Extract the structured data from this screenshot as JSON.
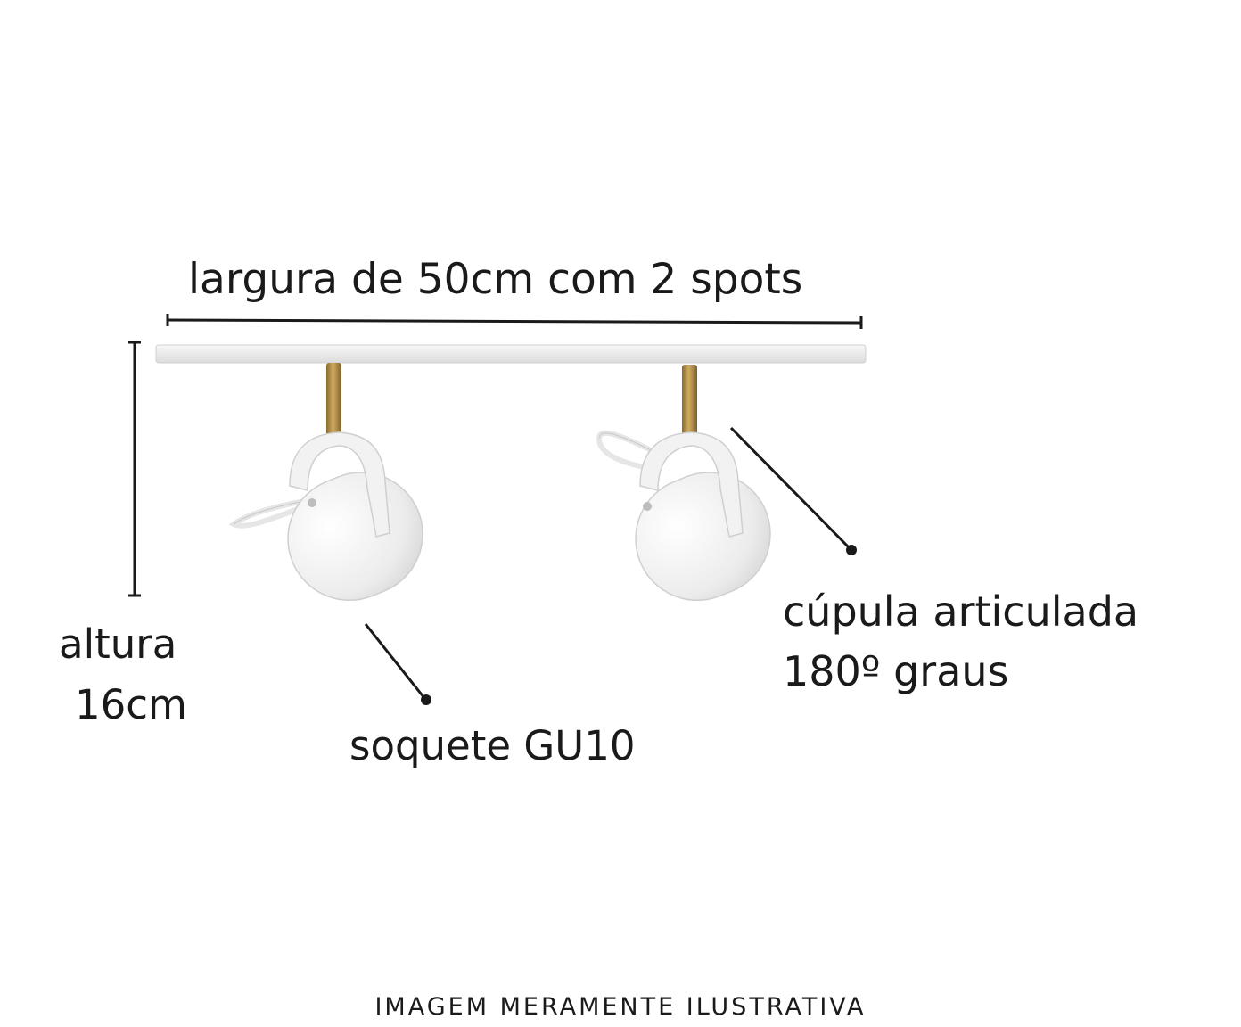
{
  "labels": {
    "width": "largura de 50cm com 2 spots",
    "height_line1": "altura",
    "height_line2": "16cm",
    "socket": "soquete GU10",
    "dome_line1": "cúpula articulada",
    "dome_line2": "180º graus",
    "disclaimer": "IMAGEM MERAMENTE ILUSTRATIVA"
  },
  "colors": {
    "ink": "#1a1a1a",
    "fixture": "#efefef",
    "brass": "#b28a45"
  }
}
